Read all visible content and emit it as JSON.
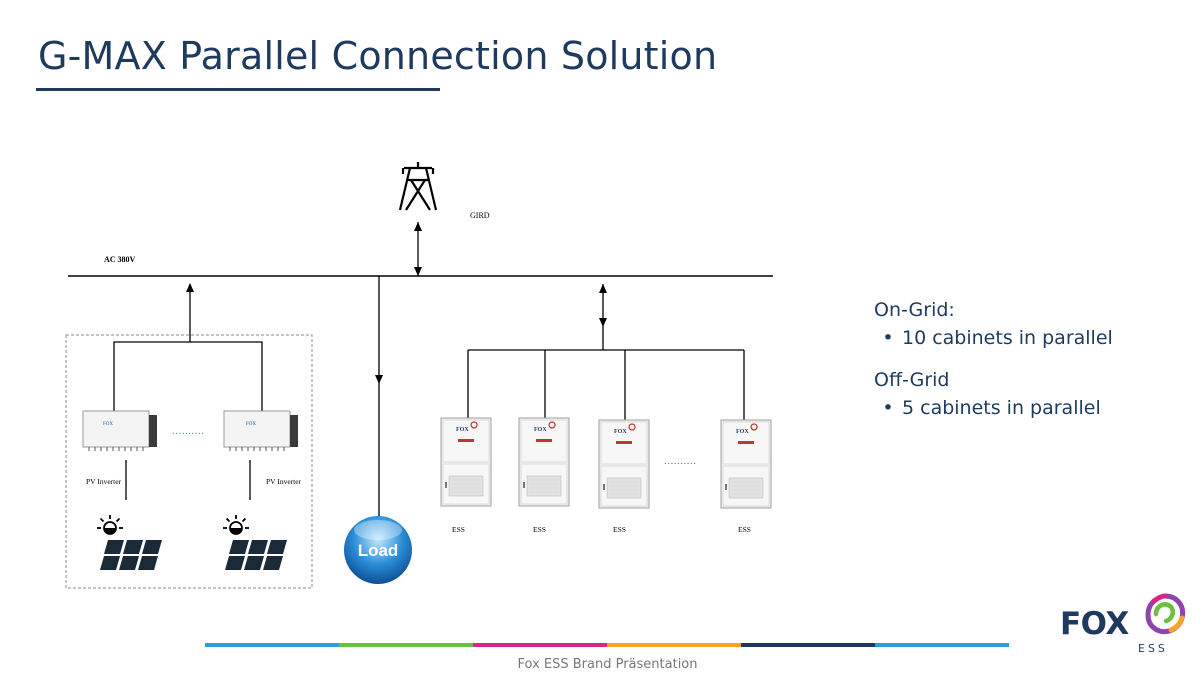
{
  "title": "G-MAX Parallel Connection Solution",
  "diagram": {
    "grid_label": "GIRD",
    "bus_label": "AC 380V",
    "pv_inverter_label": "PV Inverter",
    "ess_label": "ESS",
    "load_label": "Load",
    "cabinet_brand": "FOX"
  },
  "notes": {
    "on_grid": {
      "heading": "On-Grid:",
      "item": "10 cabinets in parallel"
    },
    "off_grid": {
      "heading": "Off-Grid",
      "item": "5 cabinets in parallel"
    }
  },
  "footer": {
    "text": "Fox ESS Brand Präsentation",
    "bar_colors": [
      "#2a9fd6",
      "#6cbf3f",
      "#d9258a",
      "#f5a623",
      "#1f3a5f",
      "#2a9fd6"
    ]
  },
  "logo": {
    "text": "FOX",
    "sub": "ESS"
  }
}
